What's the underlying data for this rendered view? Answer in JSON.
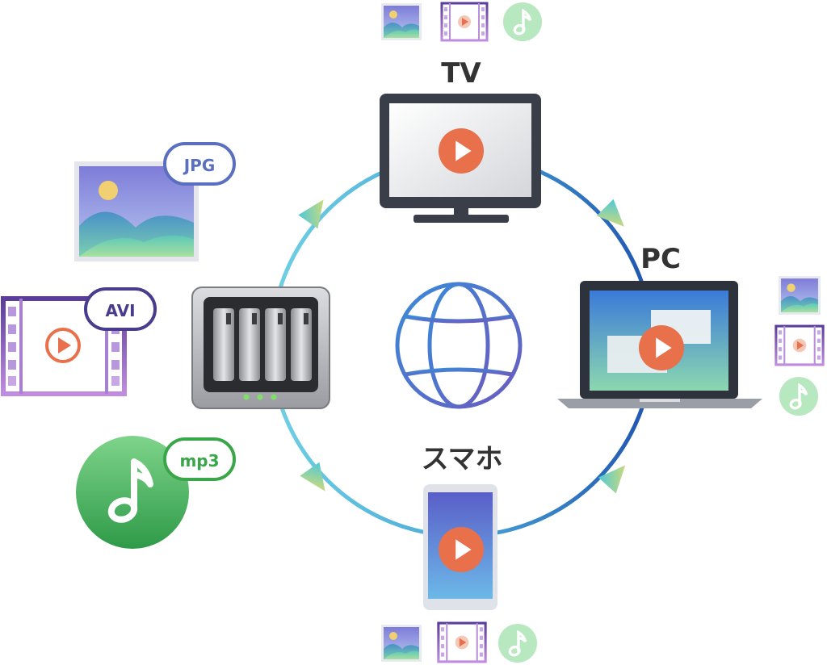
{
  "devices": {
    "tv": {
      "label": "TV"
    },
    "pc": {
      "label": "PC"
    },
    "phone": {
      "label": "スマホ"
    },
    "nas": {
      "icon": "nas-icon"
    },
    "network": {
      "icon": "globe-icon"
    }
  },
  "formats": {
    "jpg": {
      "label": "JPG",
      "color": "#5a6fc0"
    },
    "avi": {
      "label": "AVI",
      "color": "#4a3c8c"
    },
    "mp3": {
      "label": "mp3",
      "color": "#3aa64a"
    }
  },
  "colors": {
    "ring_left": "#5cc8e0",
    "ring_right": "#1f5cb4",
    "play": "#e8704a",
    "globe": "#5a6fc0"
  }
}
